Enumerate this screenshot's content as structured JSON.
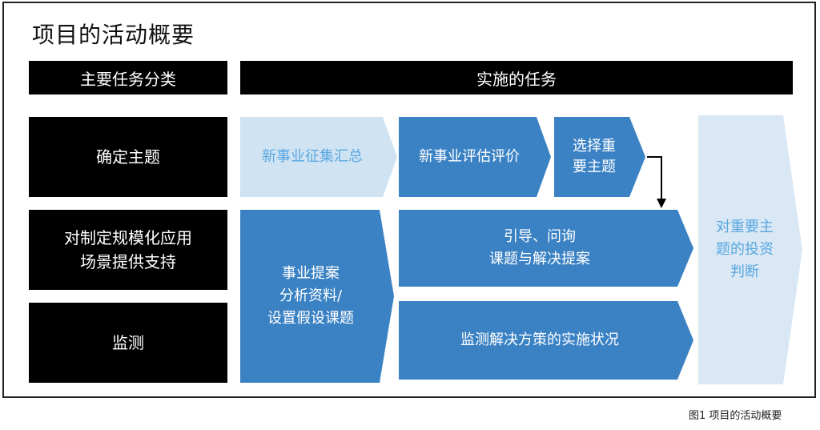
{
  "title": "项目的活动概要",
  "headers": {
    "left": "主要任务分类",
    "right": "实施的任务"
  },
  "categories": [
    "确定主题",
    "对制定规模化应用\n场景提供支持",
    "监测"
  ],
  "tasks": {
    "collect": "新事业征集汇总",
    "evaluate": "新事业评估评价",
    "select": "选择重\n要主题",
    "proposal": "事业提案\n分析资料/\n设置假设课题",
    "guide": "引导、问询\n课题与解决提案",
    "monitor": "监测解决方策的实施状况",
    "invest": "对重要主\n题的投资\n判断"
  },
  "caption": "图1  项目的活动概要",
  "colors": {
    "black": "#000000",
    "blue": "#3b82c4",
    "light_blue": "#cfe3f3",
    "lighter_blue": "#d9e8f4"
  }
}
